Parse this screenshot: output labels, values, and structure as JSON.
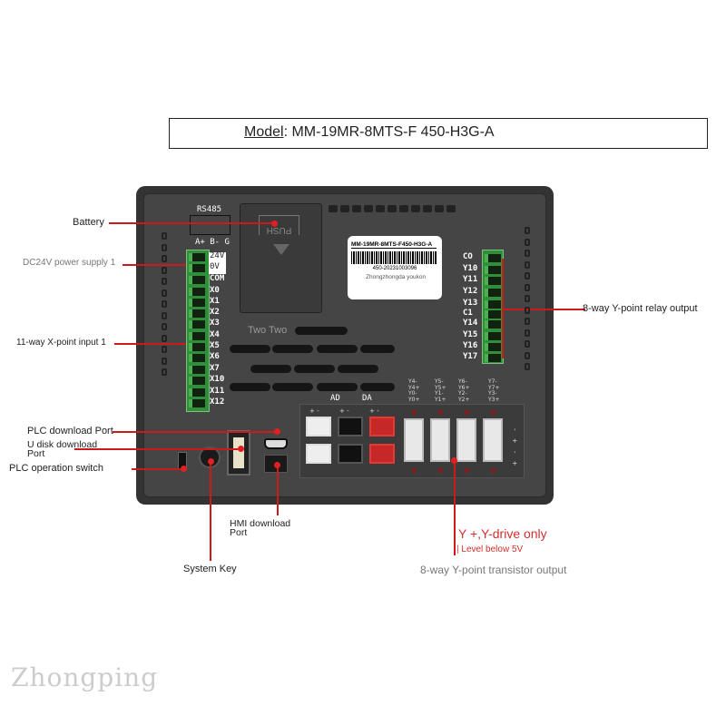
{
  "model_box": {
    "key": "Model",
    "value": ": MM-19MR-8MTS-F 450-H3G-A"
  },
  "device": {
    "rs485": "RS485",
    "rs485_pins": "A+ B- G",
    "sticker": {
      "model": "MM-19MR-8MTS-F450-H3G-A",
      "serial": "450-20231003096",
      "maker": "Zhongzhongda youkon"
    },
    "embossed_text": "Two Two",
    "left_terminals": [
      "24V",
      "0V",
      "COM",
      "X0",
      "X1",
      "X2",
      "X3",
      "X4",
      "X5",
      "X6",
      "X7",
      "X10",
      "X11",
      "X12"
    ],
    "right_terminals": [
      "CO",
      "Y10",
      "Y11",
      "Y12",
      "Y13",
      "C1",
      "Y14",
      "Y15",
      "Y16",
      "Y17"
    ],
    "ad": "AD",
    "da": "DA",
    "plus_minus": "+ -",
    "y_groups": [
      [
        "Y4-",
        "Y4+",
        "Y0-",
        "Y0+"
      ],
      [
        "Y5-",
        "Y5+",
        "Y1-",
        "Y1+"
      ],
      [
        "Y6-",
        "Y6+",
        "Y2-",
        "Y2+"
      ],
      [
        "Y7-",
        "Y7+",
        "Y3-",
        "Y3+"
      ]
    ],
    "side_signs": "- + - +"
  },
  "annotations": {
    "battery": "Battery",
    "dc24v": "DC24V power supply 1",
    "x_input": "11-way X-point input 1",
    "plc_download": "PLC download Port",
    "u_disk": "U disk download Port",
    "plc_switch": "PLC operation switch",
    "hmi_download": "HMI download Port",
    "system_key": "System Key",
    "relay_output": "8-way Y-point relay output",
    "y_drive": "Y +,Y-drive only",
    "level": "| Level below 5V",
    "transistor_output": "8-way Y-point transistor output"
  },
  "watermark": "Zhongping",
  "colors": {
    "accent": "#d01818",
    "device": "#333333",
    "terminal": "#2f8f3a"
  }
}
